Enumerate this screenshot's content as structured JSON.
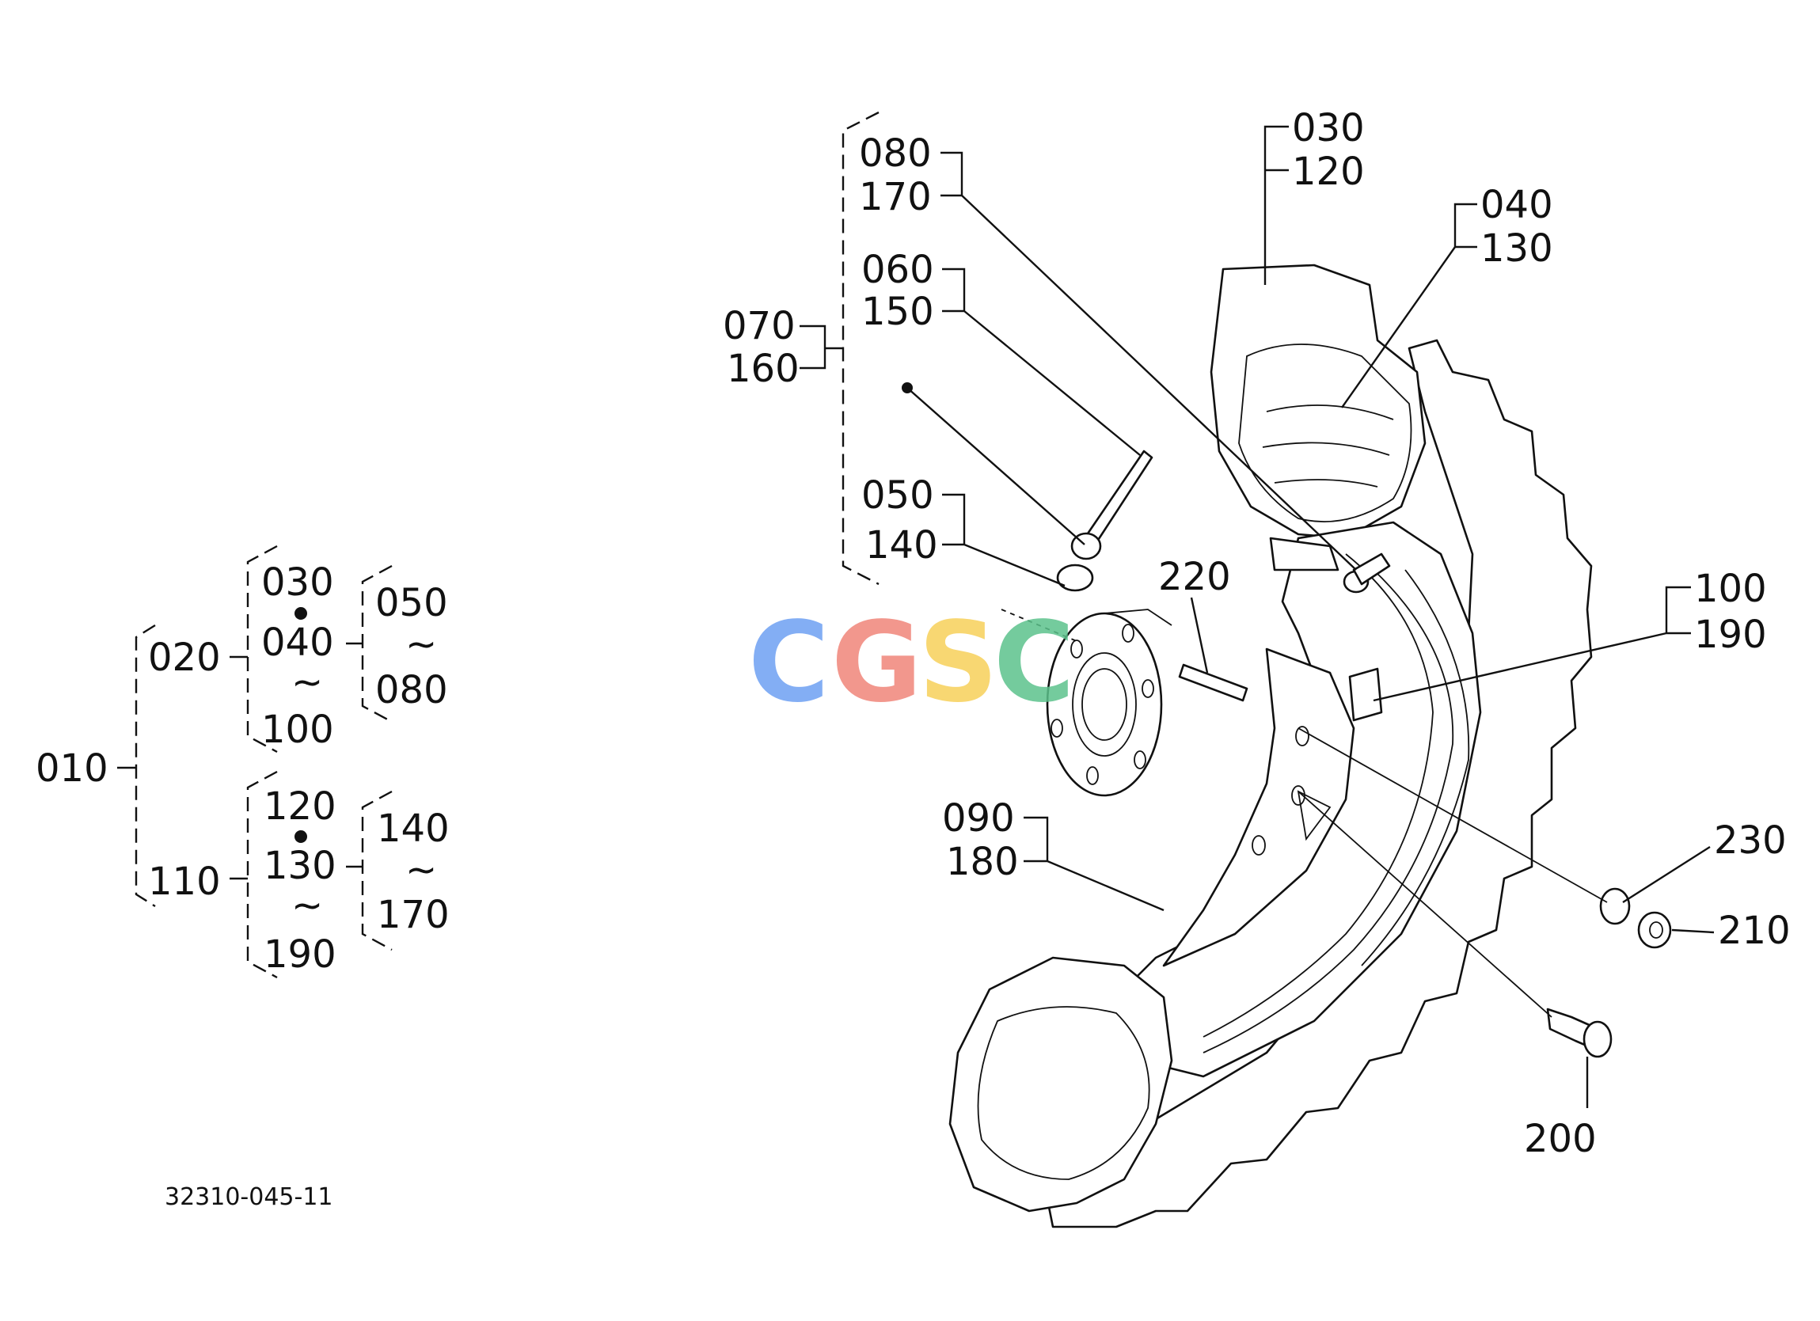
{
  "drawing_number": "32310-045-11",
  "watermark": {
    "letters": [
      "C",
      "G",
      "S",
      "C"
    ],
    "colors": [
      "#6ea0f3",
      "#f0857a",
      "#f7d15a",
      "#5cc28c"
    ]
  },
  "tree": {
    "root": "010",
    "groups": [
      {
        "code": "020",
        "sub": {
          "top": "030",
          "second": "040",
          "tilde": "~",
          "bottom": "100"
        },
        "range": {
          "top": "050",
          "tilde": "~",
          "bottom": "080"
        }
      },
      {
        "code": "110",
        "sub": {
          "top": "120",
          "second": "130",
          "tilde": "~",
          "bottom": "190"
        },
        "range": {
          "top": "140",
          "tilde": "~",
          "bottom": "170"
        }
      }
    ]
  },
  "callouts": {
    "c030": "030",
    "c120": "120",
    "c040": "040",
    "c130": "130",
    "c080": "080",
    "c170": "170",
    "c060": "060",
    "c150": "150",
    "c070": "070",
    "c160": "160",
    "c050": "050",
    "c140": "140",
    "c220": "220",
    "c100": "100",
    "c190": "190",
    "c090": "090",
    "c180": "180",
    "c230": "230",
    "c210": "210",
    "c200": "200"
  }
}
